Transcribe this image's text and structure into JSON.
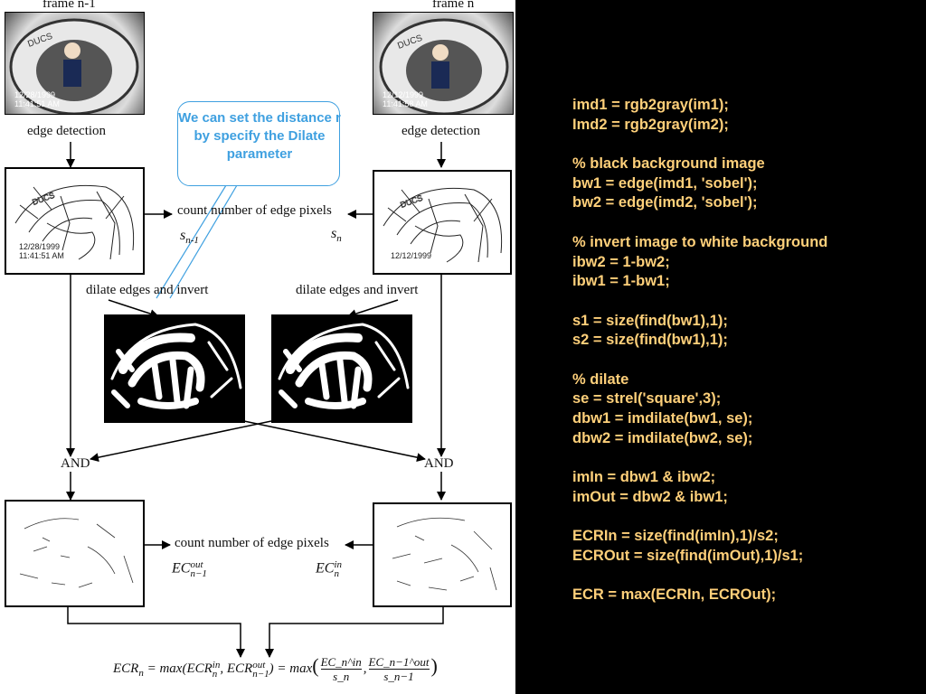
{
  "labels": {
    "frame_left": "frame n-1",
    "frame_right": "frame n",
    "edge_detection_left": "edge detection",
    "edge_detection_right": "edge detection",
    "count_edges_top": "count number of edge pixels",
    "count_edges_bottom": "count number of edge pixels",
    "dilate_left": "dilate edges and invert",
    "dilate_right": "dilate edges and invert",
    "and_left": "AND",
    "and_right": "AND"
  },
  "photos": {
    "left_stamp_date": "12/28/1999",
    "left_stamp_time": "11:41:51 AM",
    "right_stamp_date": "12/12/1999",
    "right_stamp_time": "11:41:58 AM",
    "edge_left_date": "12/28/1999",
    "edge_left_time": "11:41:51 AM",
    "edge_right_date": "12/12/1999"
  },
  "variables": {
    "s_prev": "s",
    "s_prev_sub": "n-1",
    "s_curr": "s",
    "s_curr_sub": "n",
    "ec_out_base": "EC",
    "ec_out_sup": "out",
    "ec_out_sub": "n−1",
    "ec_in_base": "EC",
    "ec_in_sup": "in",
    "ec_in_sub": "n"
  },
  "callout": {
    "text": "We can set the distance r by specify the Dilate parameter"
  },
  "formula": {
    "lhs": "ECR",
    "lhs_sub": "n",
    "eq1": " = max(ECR",
    "t1_sup": "in",
    "t1_sub": "n",
    "comma1": ", ECR",
    "t2_sup": "out",
    "t2_sub": "n−1",
    "eq2": ") = max",
    "f1_num": "EC_n^in",
    "f1_den": "s_n",
    "f2_num": "EC_n−1^out",
    "f2_den": "s_n−1"
  },
  "code_lines": [
    "imd1 = rgb2gray(im1);",
    "Imd2 = rgb2gray(im2);",
    "",
    "% black background image",
    "bw1 = edge(imd1, 'sobel');",
    "bw2 = edge(imd2, 'sobel');",
    "",
    "% invert image to white background",
    "ibw2 = 1-bw2;",
    "ibw1 = 1-bw1;",
    "",
    "s1 = size(find(bw1),1);",
    "s2 = size(find(bw1),1);",
    "",
    "% dilate",
    "se = strel('square',3);",
    "dbw1 = imdilate(bw1, se);",
    "dbw2 = imdilate(bw2, se);",
    "",
    "imIn = dbw1 & ibw2;",
    "imOut = dbw2 & ibw1;",
    "",
    "ECRIn = size(find(imIn),1)/s2;",
    "ECROut = size(find(imOut),1)/s1;",
    "",
    "ECR = max(ECRIn, ECROut);"
  ],
  "colors": {
    "code_text": "#ffd07a",
    "callout": "#3fa0e0",
    "panel_bg": "#000000",
    "diagram_bg": "#ffffff"
  }
}
